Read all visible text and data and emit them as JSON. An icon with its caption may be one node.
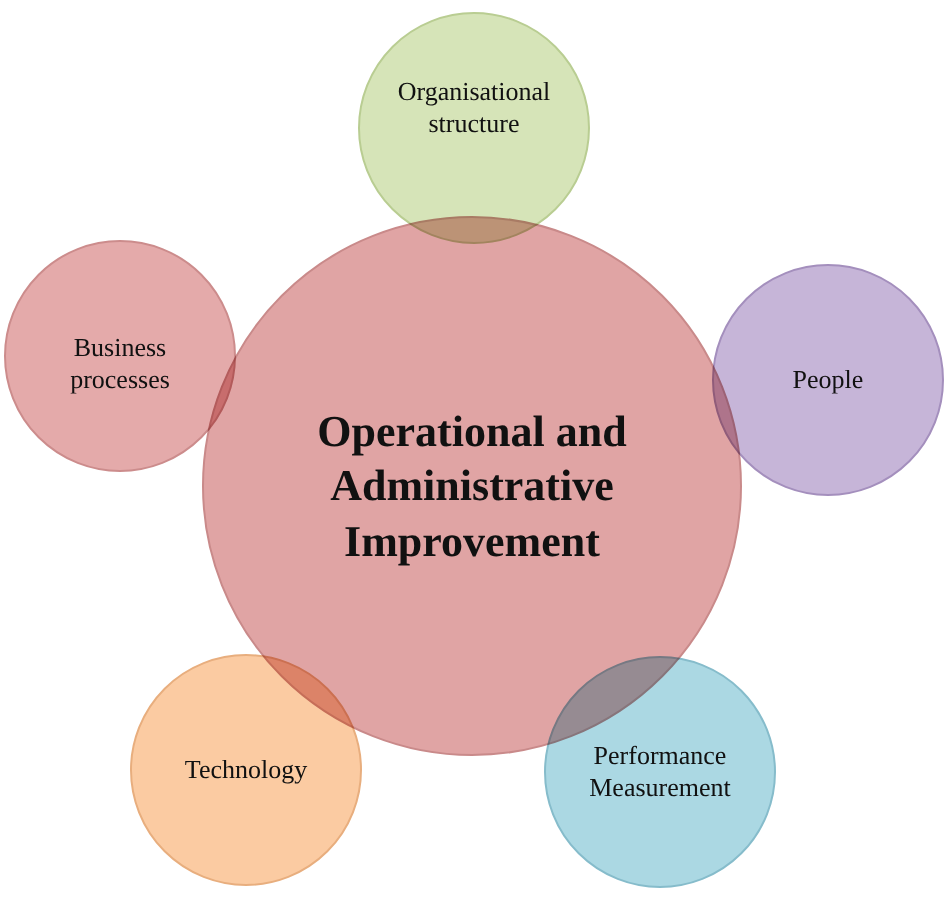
{
  "diagram": {
    "nodes": [
      {
        "text": [
          "Operational and Administrative Improvement"
        ]
      },
      {
        "text": [
          "Organisational structure"
        ]
      },
      {
        "text": [
          "People"
        ]
      },
      {
        "text": [
          "Performance Measurement"
        ]
      },
      {
        "text": [
          "Technology"
        ]
      },
      {
        "text": [
          "Business processes"
        ]
      }
    ]
  }
}
